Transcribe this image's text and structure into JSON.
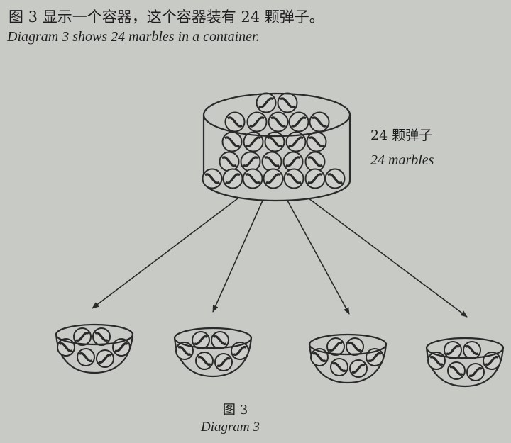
{
  "text": {
    "title_cn": "图 3 显示一个容器，这个容器装有 24 颗弹子。",
    "title_en": "Diagram 3 shows 24 marbles in a container.",
    "label_cn": "24 颗弹子",
    "label_en": "24 marbles",
    "caption_cn": "图 3",
    "caption_en": "Diagram 3"
  },
  "diagram": {
    "container_marbles": 24,
    "bowls": [
      {
        "marbles": 6
      },
      {
        "marbles": 6
      },
      {
        "marbles": 6
      },
      {
        "marbles": 6
      }
    ],
    "ink_color": "#2a2a2a",
    "background_color": "#c8cbc5"
  }
}
